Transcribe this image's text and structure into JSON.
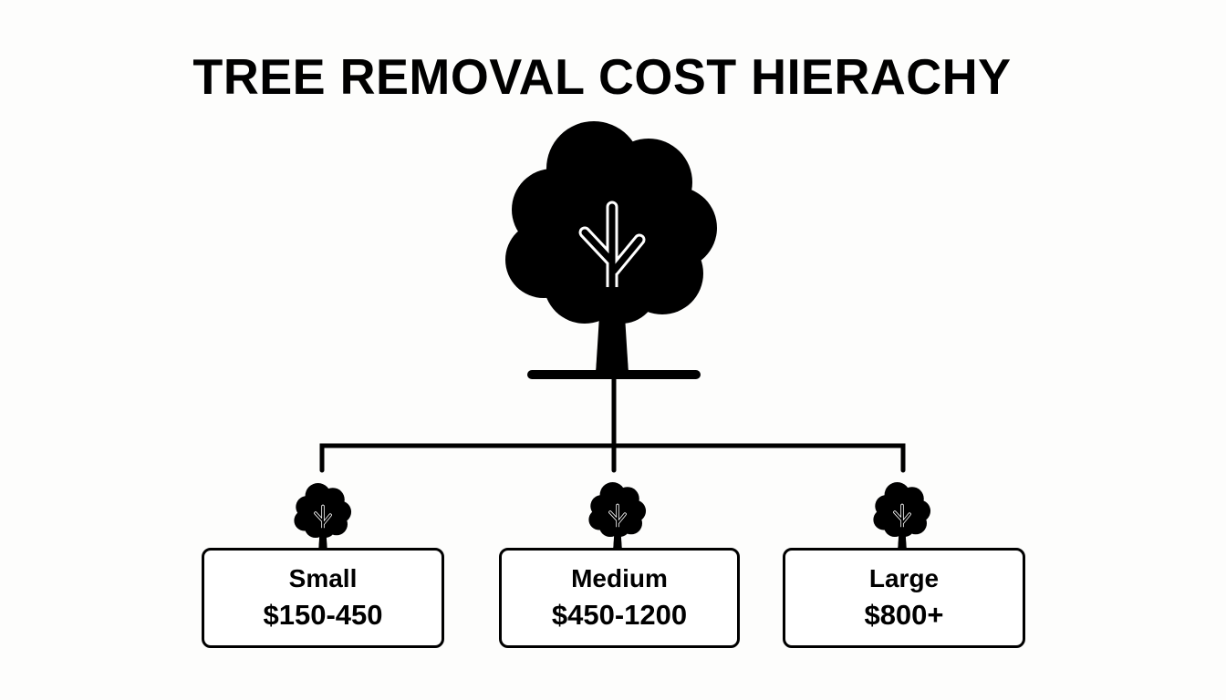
{
  "title": "TREE REMOVAL COST HIERACHY",
  "root": {
    "icon": "tree-icon"
  },
  "categories": [
    {
      "label": "Small",
      "price": "$150-450",
      "icon": "tree-icon"
    },
    {
      "label": "Medium",
      "price": "$450-1200",
      "icon": "tree-icon"
    },
    {
      "label": "Large",
      "price": "$800+",
      "icon": "tree-icon"
    }
  ],
  "colors": {
    "stroke": "#000000",
    "background": "#fdfdfc",
    "box_fill": "#ffffff"
  }
}
